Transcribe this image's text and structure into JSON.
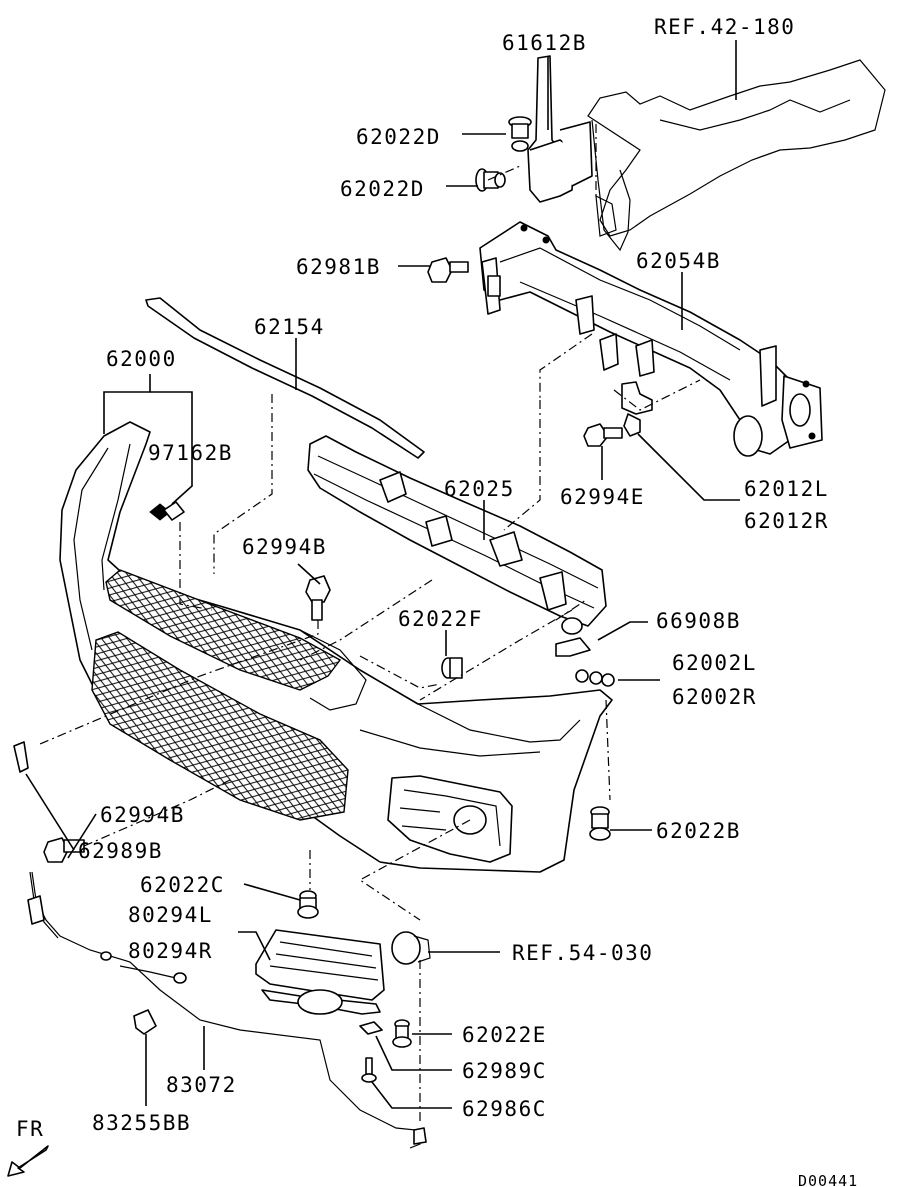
{
  "diagram": {
    "labels": {
      "ref_42_180": "REF.42-180",
      "p61612B": "61612B",
      "p62022D_a": "62022D",
      "p62022D_b": "62022D",
      "p62981B": "62981B",
      "p62054B": "62054B",
      "p62154": "62154",
      "p62000": "62000",
      "p97162B": "97162B",
      "p62025": "62025",
      "p62994E": "62994E",
      "p62012L": "62012L",
      "p62012R": "62012R",
      "p62994B_a": "62994B",
      "p62022F": "62022F",
      "p66908B": "66908B",
      "p62002L": "62002L",
      "p62002R": "62002R",
      "p62994B_b": "62994B",
      "p62989B": "62989B",
      "p62022B": "62022B",
      "p62022C": "62022C",
      "p80294L": "80294L",
      "p80294R": "80294R",
      "ref_54_030": "REF.54-030",
      "p62022E": "62022E",
      "p83072": "83072",
      "p62989C": "62989C",
      "p83255BB": "83255BB",
      "p62986C": "62986C",
      "fr": "FR",
      "diagram_code": "D00441"
    }
  }
}
